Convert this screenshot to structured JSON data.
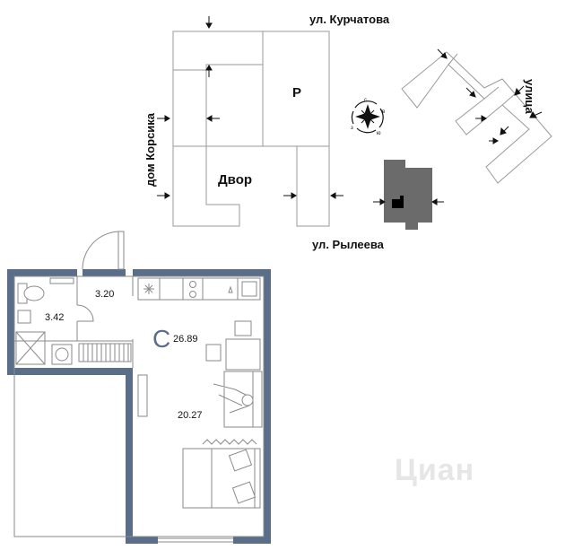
{
  "site_plan": {
    "streets": {
      "kurchatova": "ул. Курчатова",
      "ryleeva": "ул. Рылеева",
      "ulitsa": "улица",
      "dom_korsika": "дом Корсика"
    },
    "courtyard": "Двор",
    "parking": "Р"
  },
  "floor_plan": {
    "apartment_type": "С",
    "total_area": "26.89",
    "rooms": {
      "hall": "3.20",
      "bathroom": "3.42",
      "living": "20.27"
    }
  },
  "watermark": "Циан",
  "colors": {
    "wall": "#5a6e8a",
    "line": "#9a9a9a",
    "building_dark": "#6b6b6b"
  }
}
